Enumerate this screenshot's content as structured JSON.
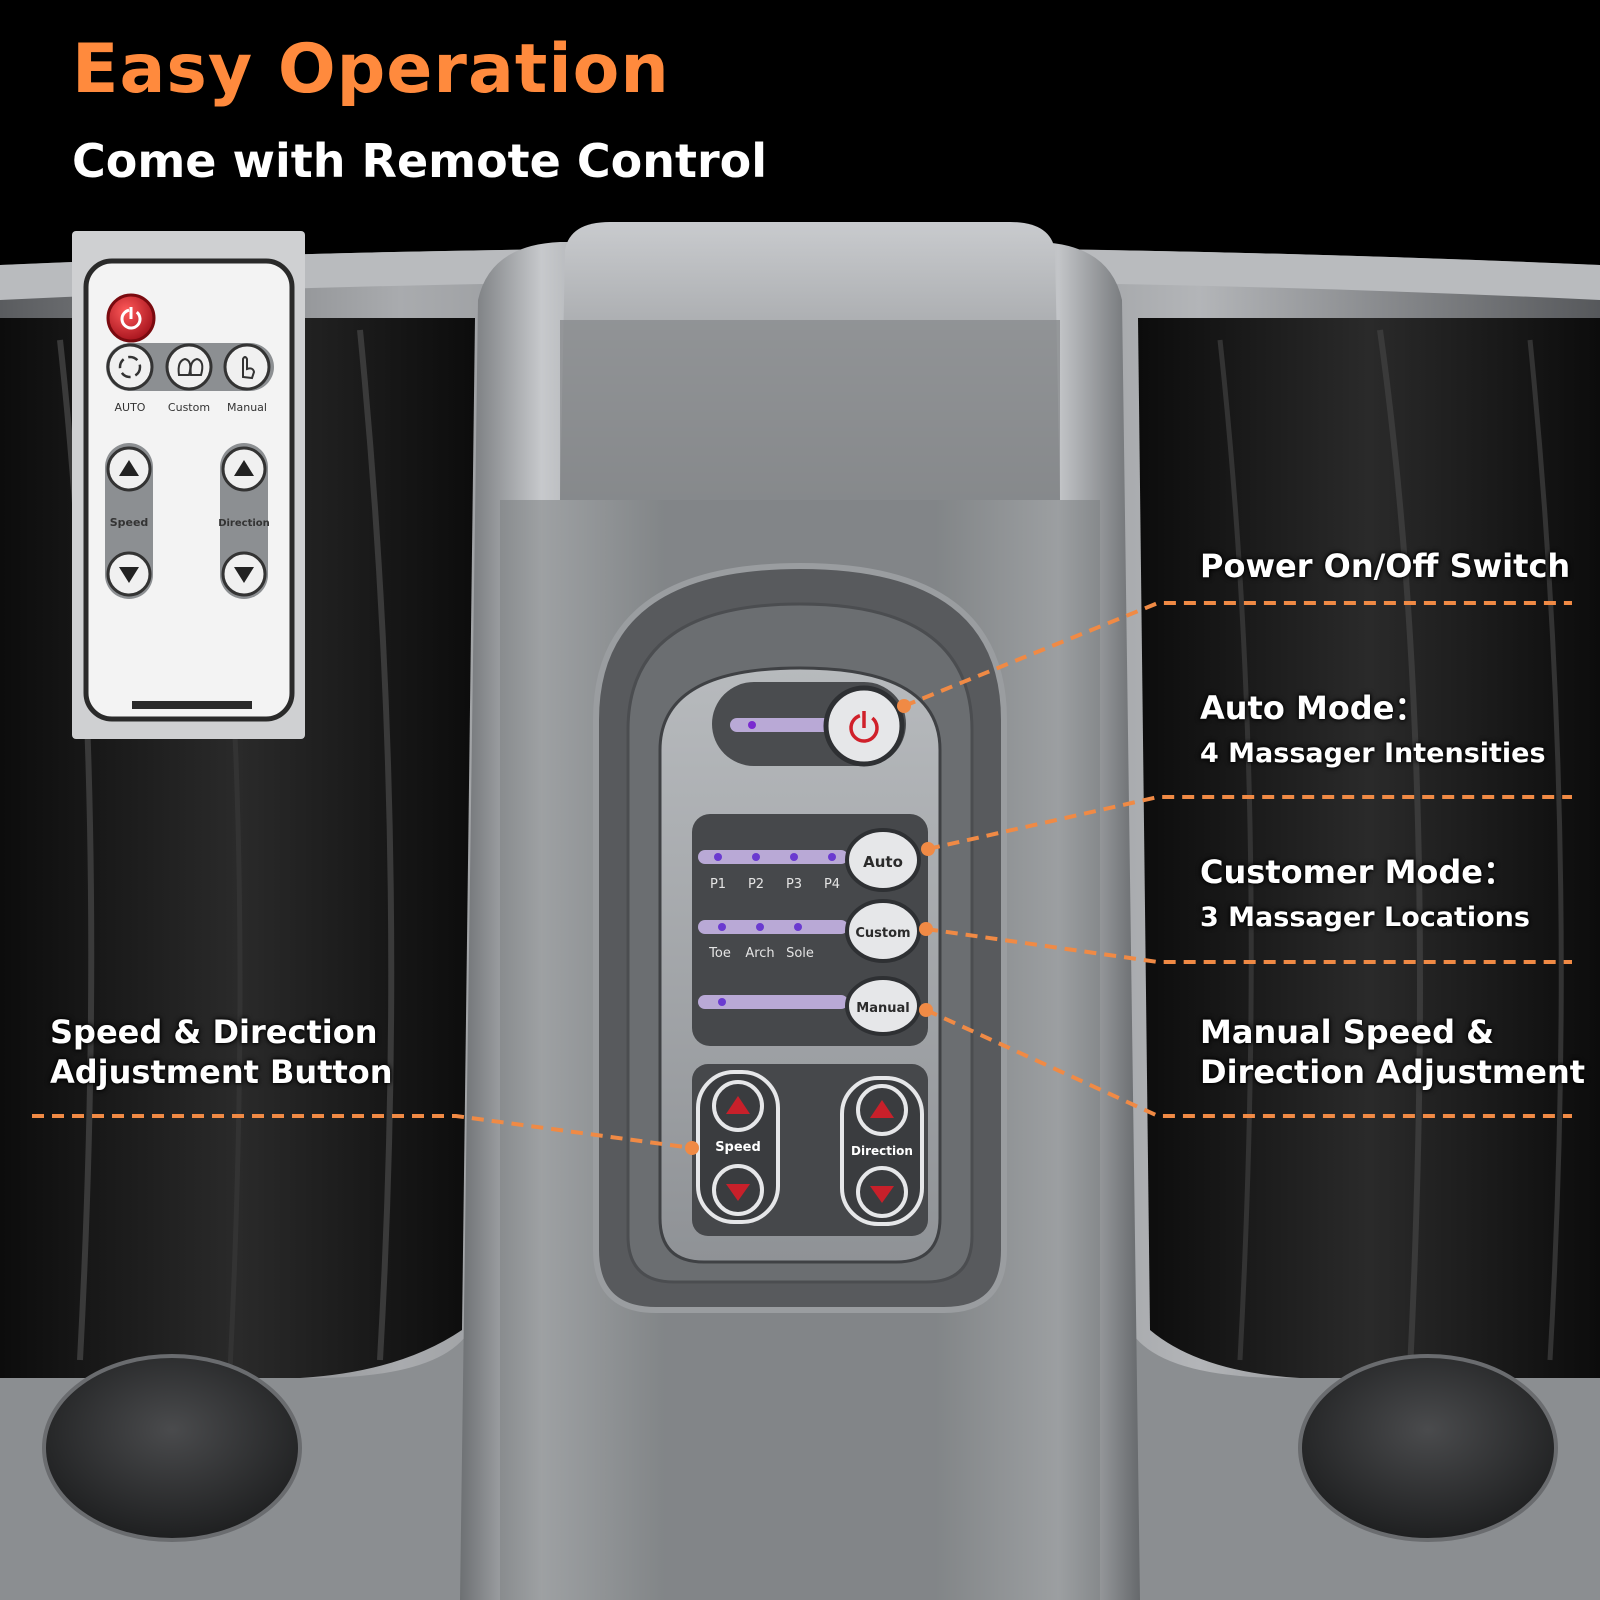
{
  "header": {
    "title": "Easy Operation",
    "subtitle": "Come with Remote Control"
  },
  "remote": {
    "mode_labels": [
      "AUTO",
      "Custom",
      "Manual"
    ],
    "speed_label": "Speed",
    "direction_label": "Direction"
  },
  "panel": {
    "auto_button": "Auto",
    "auto_levels": [
      "P1",
      "P2",
      "P3",
      "P4"
    ],
    "custom_button": "Custom",
    "custom_locations": [
      "Toe",
      "Arch",
      "Sole"
    ],
    "manual_button": "Manual",
    "speed_label": "Speed",
    "direction_label": "Direction"
  },
  "callouts": {
    "power": {
      "title": "Power On/Off Switch"
    },
    "auto": {
      "title": "Auto Mode：",
      "desc": "4 Massager Intensities"
    },
    "customer": {
      "title": "Customer Mode：",
      "desc": "3 Massager Locations"
    },
    "manual": {
      "lines": [
        "Manual Speed &",
        "Direction Adjustment"
      ]
    },
    "speed_direction": {
      "lines": [
        "Speed & Direction",
        "Adjustment Button"
      ]
    }
  },
  "colors": {
    "accent": "#ff8a3d",
    "leader_line": "#f08a45",
    "background": "#000000",
    "device_silver": "#8e9194",
    "panel_face": "#a6a9ad",
    "button_red": "#c8202a"
  }
}
